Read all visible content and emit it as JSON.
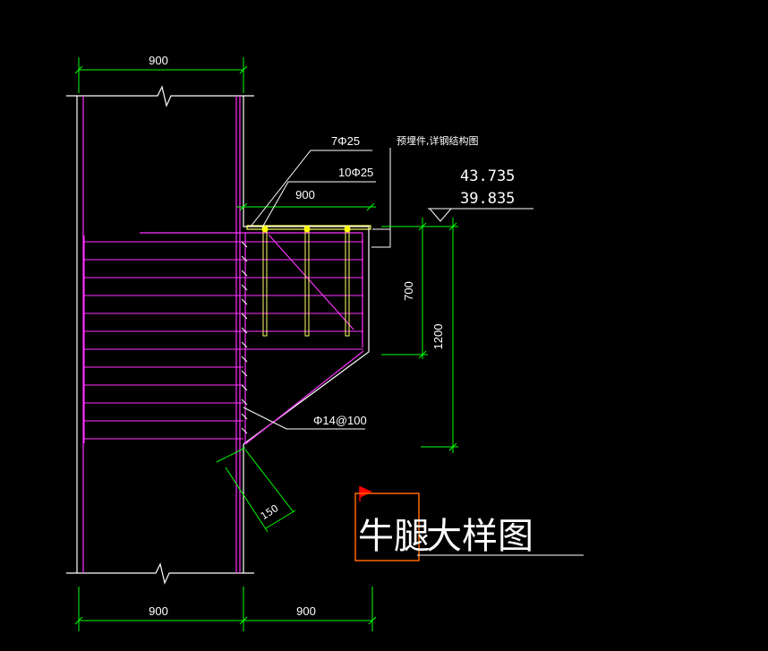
{
  "colors": {
    "background": "#000000",
    "dimension": "#00ff00",
    "concrete": "#ffffff",
    "rebar": "#ff33ff",
    "stirrup": "#ffff66",
    "marker": "#ff0000",
    "selection": "#ff6600"
  },
  "dimensions": {
    "top_width": "900",
    "bottom_left": "900",
    "bottom_right": "900",
    "corbel_length": "900",
    "corbel_depth": "700",
    "total_depth": "1200",
    "edge_150": "150"
  },
  "rebar_labels": {
    "top_bars": "7Φ25",
    "second_bars": "10Φ25",
    "embedded_note": "预埋件,详钢结构图",
    "stirrups": "Φ14@100"
  },
  "elevations": {
    "upper": "43.735",
    "lower": "39.835"
  },
  "title": {
    "selected_part": "牛腿",
    "rest": "大样图"
  }
}
